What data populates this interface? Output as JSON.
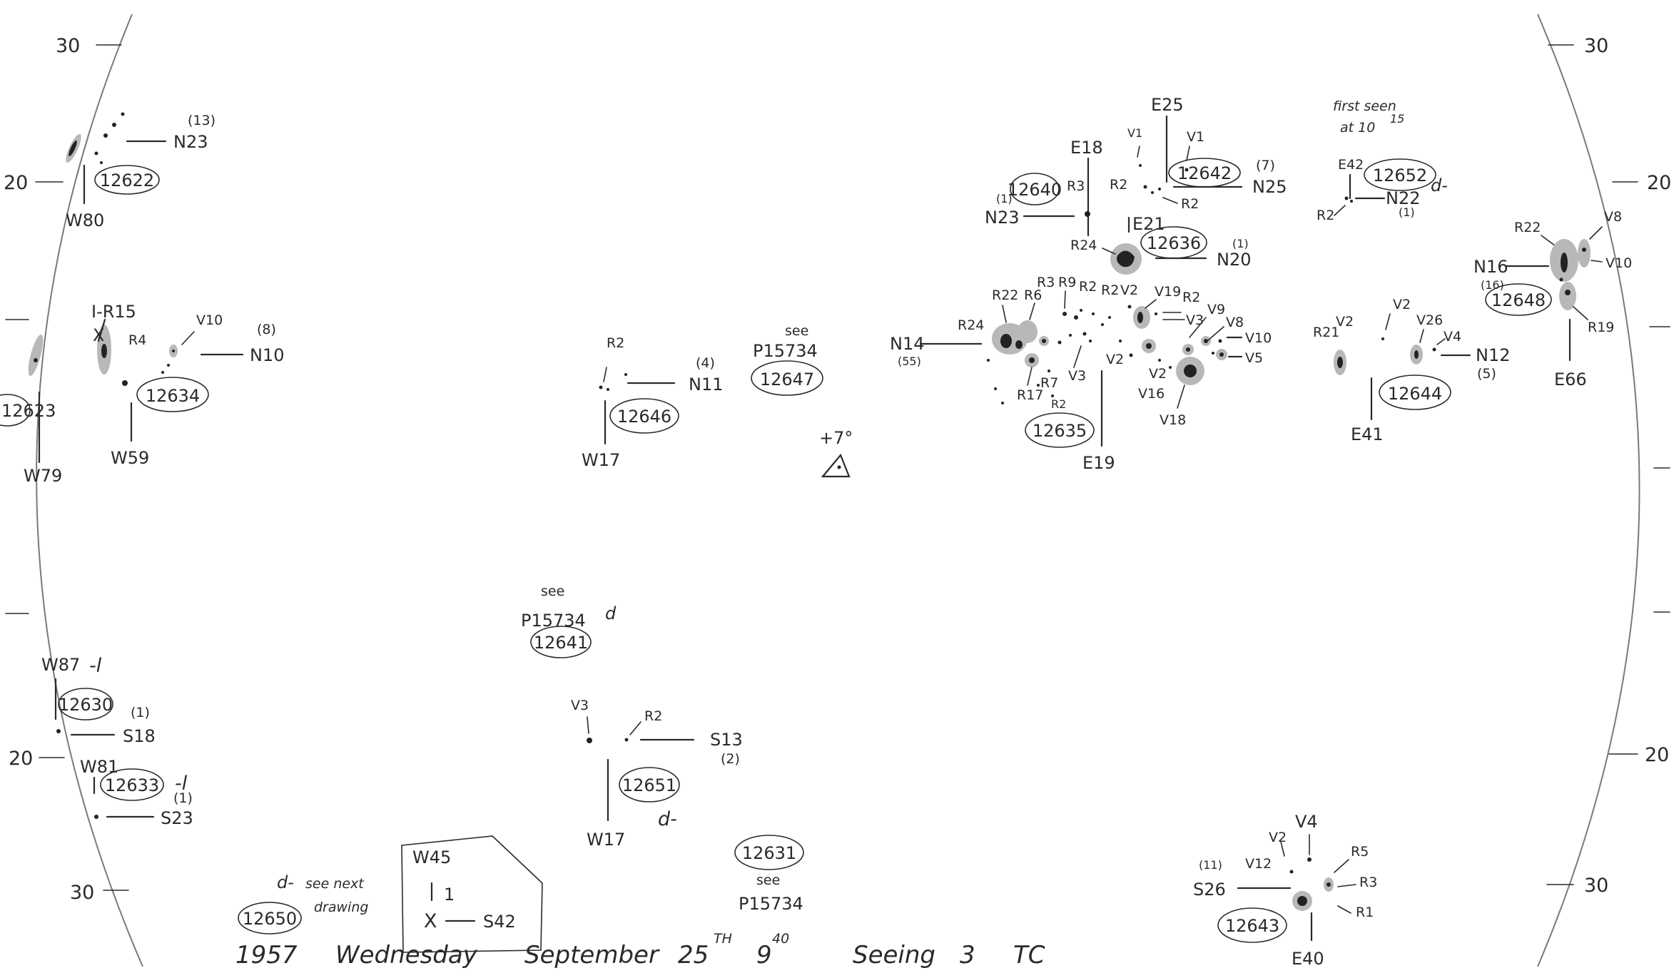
{
  "footer": {
    "year": "1957",
    "weekday": "Wednesday",
    "month": "September",
    "day": "25",
    "day_suffix": "TH",
    "hour": "9",
    "hour_suffix": "40",
    "seeing_label": "Seeing",
    "seeing_value": "3",
    "observer": "TC"
  },
  "scale": {
    "left_ticks": [
      "30",
      "20",
      "20",
      "30"
    ],
    "right_ticks": [
      "30",
      "20",
      "20",
      "30"
    ]
  },
  "center_marker": {
    "label": "+7°"
  },
  "note_first_seen": [
    "first seen",
    "at 10",
    "15"
  ],
  "inset_box": {
    "heading": "W45",
    "count": "1",
    "mark": "X",
    "lat": "S42"
  },
  "regions": [
    {
      "id": "r12622",
      "number": "12622",
      "count": "(13)",
      "lat": "N23",
      "lon": "W80"
    },
    {
      "id": "r12634",
      "number": "12634",
      "count": "(8)",
      "lat": "N10",
      "lon": "W59",
      "spots": [
        "I-R15",
        "R4",
        "V10"
      ]
    },
    {
      "id": "r12623",
      "number": "12623",
      "lon": "W79"
    },
    {
      "id": "r12646",
      "number": "12646",
      "count": "(4)",
      "lat": "N11",
      "lon": "W17",
      "spots": [
        "R2"
      ]
    },
    {
      "id": "r12647",
      "number": "12647",
      "see": "see",
      "plate": "P15734"
    },
    {
      "id": "r12640",
      "number": "12640",
      "count": "(1)",
      "lat": "N23",
      "lon": "E18",
      "spots": [
        "R3"
      ]
    },
    {
      "id": "r12642",
      "number": "12642",
      "count": "(7)",
      "lat": "N25",
      "lon": "E25",
      "spots": [
        "V1",
        "V1",
        "R2",
        "R2"
      ]
    },
    {
      "id": "r12636",
      "number": "12636",
      "count": "(1)",
      "lat": "N20",
      "lon": "E21",
      "spots": [
        "R24"
      ]
    },
    {
      "id": "r12652",
      "number": "12652",
      "count": "(1)",
      "lat": "N22",
      "lon": "E42",
      "spots": [
        "R2"
      ],
      "note": "d-"
    },
    {
      "id": "r12635",
      "number": "12635",
      "count": "(55)",
      "lat": "N14",
      "lon": "E19",
      "spots": [
        "R24",
        "R22",
        "R6",
        "R3",
        "R9",
        "R2",
        "R2",
        "V2",
        "V19",
        "R2",
        "V3",
        "V9",
        "V8",
        "V10",
        "V5",
        "R17",
        "R7",
        "V3",
        "V2",
        "V2",
        "V16",
        "V18",
        "R2"
      ]
    },
    {
      "id": "r12644",
      "number": "12644",
      "count": "(5)",
      "lat": "N12",
      "lon": "E41",
      "spots": [
        "R21",
        "V2",
        "V2",
        "V26",
        "V4"
      ]
    },
    {
      "id": "r12648",
      "number": "12648",
      "count": "(16)",
      "lat": "N16",
      "lon": "E66",
      "spots": [
        "R22",
        "V8",
        "V10",
        "R19"
      ]
    },
    {
      "id": "r12641",
      "number": "12641",
      "see": "see",
      "plate": "P15734",
      "note": "d"
    },
    {
      "id": "r12630",
      "number": "12630",
      "count": "(1)",
      "lat": "S18",
      "lon": "W87",
      "note": "-l"
    },
    {
      "id": "r12633",
      "number": "12633",
      "count": "(1)",
      "lat": "S23",
      "lon": "W81",
      "note": "-l"
    },
    {
      "id": "r12651",
      "number": "12651",
      "count": "(2)",
      "lat": "S13",
      "lon": "W17",
      "spots": [
        "V3",
        "R2"
      ],
      "note": "d-"
    },
    {
      "id": "r12631",
      "number": "12631",
      "see": "see",
      "plate": "P15734"
    },
    {
      "id": "r12650",
      "number": "12650",
      "note": "d-",
      "note2": "see next",
      "note3": "drawing"
    },
    {
      "id": "r12643",
      "number": "12643",
      "count": "(11)",
      "lat": "S26",
      "lon": "E40",
      "spots": [
        "V2",
        "V4",
        "V12",
        "R5",
        "R3",
        "R1"
      ]
    }
  ]
}
